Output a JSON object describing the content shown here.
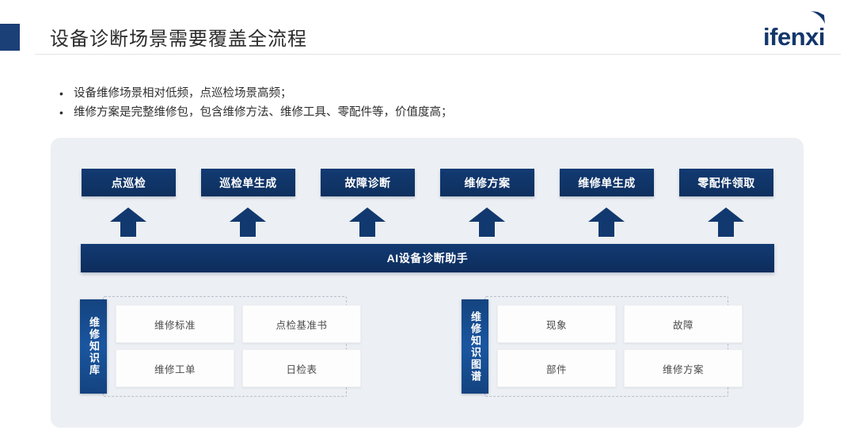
{
  "header": {
    "title": "设备诊断场景需要覆盖全流程",
    "brand": "ifenxi",
    "accent_color": "#1b3f77"
  },
  "bullets": [
    {
      "marker": "•",
      "text": "设备维修场景相对低频，点巡检场景高频；"
    },
    {
      "marker": "•",
      "text": "维修方案是完整维修包，包含维修方法、维修工具、零配件等，价值度高；"
    }
  ],
  "diagram": {
    "process_steps": [
      {
        "label": "点巡检"
      },
      {
        "label": "巡检单生成"
      },
      {
        "label": "故障诊断"
      },
      {
        "label": "维修方案"
      },
      {
        "label": "维修单生成"
      },
      {
        "label": "零配件领取"
      }
    ],
    "platform_bar": {
      "label": "AI设备诊断助手"
    },
    "knowledge_groups": [
      {
        "label": "维修知识库",
        "cards": [
          "维修标准",
          "点检基准书",
          "维修工单",
          "日检表"
        ]
      },
      {
        "label": "维修知识图谱",
        "cards": [
          "现象",
          "故障",
          "部件",
          "维修方案"
        ]
      }
    ],
    "colors": {
      "panel_bg": "#eceff3",
      "box_navy": "#123a72",
      "arrow_navy": "#12396f",
      "dashed_border": "#b9c0cb",
      "card_bg": "#fdfdfe"
    }
  }
}
